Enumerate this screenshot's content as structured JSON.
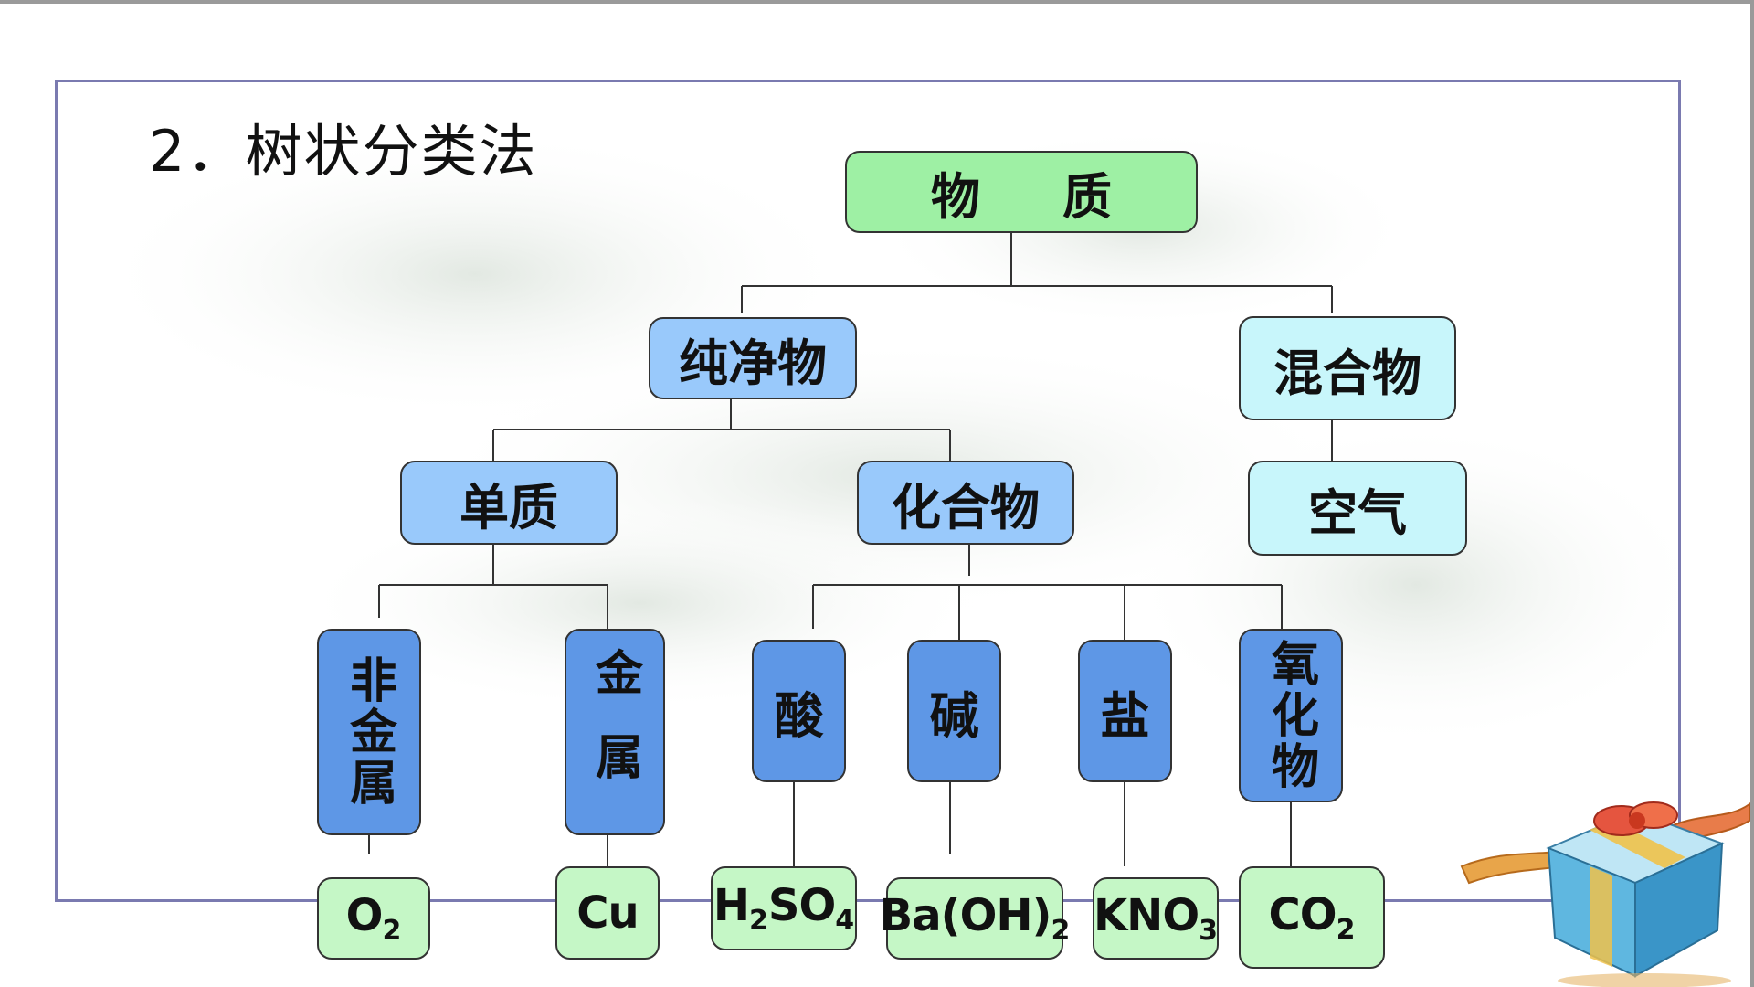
{
  "title": "2．树状分类法",
  "tree": {
    "root": "物质",
    "pure": "纯净物",
    "mixture": "混合物",
    "element": "单质",
    "compound": "化合物",
    "air": "空气",
    "nonmetal": "非金属",
    "metal": "金属",
    "acid": "酸",
    "base": "碱",
    "salt": "盐",
    "oxide": "氧化物"
  },
  "examples": {
    "o2": {
      "main": "O",
      "sub": "2"
    },
    "cu": {
      "main": "Cu"
    },
    "h2so4": {
      "p1": "H",
      "s1": "2",
      "p2": "SO",
      "s2": "4"
    },
    "baoh2": {
      "main": "Ba(OH)",
      "sub": "2"
    },
    "kno3": {
      "main": "KNO",
      "sub": "3"
    },
    "co2": {
      "main": "CO",
      "sub": "2"
    }
  },
  "colors": {
    "root": "#9ef0a4",
    "level2_pure": "#99c9fb",
    "level2_mixture": "#c8f6fb",
    "level4": "#5e97e6",
    "examples": "#c5f7c6",
    "frame": "#7a7ab0"
  },
  "icons": [
    "gift-box-icon"
  ]
}
